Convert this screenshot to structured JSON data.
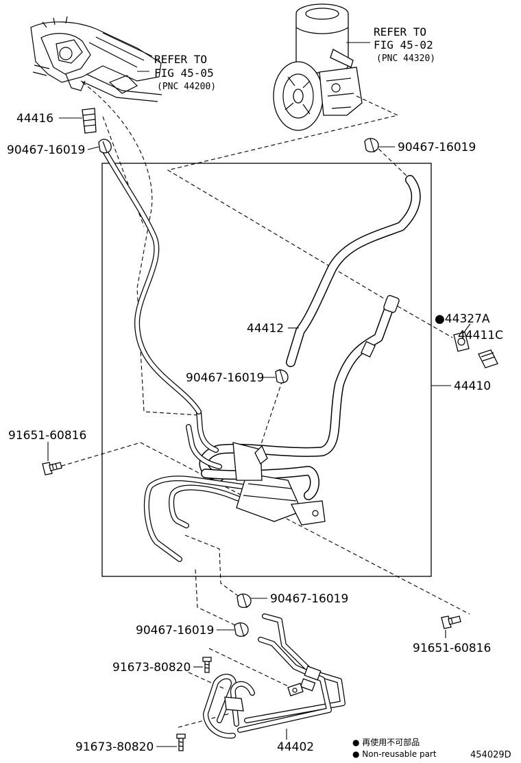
{
  "refs": {
    "left": {
      "line1": "REFER TO",
      "line2": "FIG 45-05",
      "pnc": "(PNC 44200)"
    },
    "right": {
      "line1": "REFER TO",
      "line2": "FIG 45-02",
      "pnc": "(PNC 44320)"
    }
  },
  "parts": {
    "p44416": "44416",
    "clamp_top_left": "90467-16019",
    "clamp_top_right": "90467-16019",
    "p44412": "44412",
    "clamp_mid": "90467-16019",
    "p44327a": "●44327A",
    "p44411c": "44411C",
    "p44410": "44410",
    "bolt_left": "91651-60816",
    "clamp_lower_right": "90467-16019",
    "clamp_lower_left": "90467-16019",
    "bolt_right": "91651-60816",
    "screw_upper": "91673-80820",
    "screw_lower": "91673-80820",
    "p44402": "44402"
  },
  "legend": {
    "line1": "● 再使用不可部品",
    "line2": "● Non-reusable part"
  },
  "figure_code": "454029D"
}
